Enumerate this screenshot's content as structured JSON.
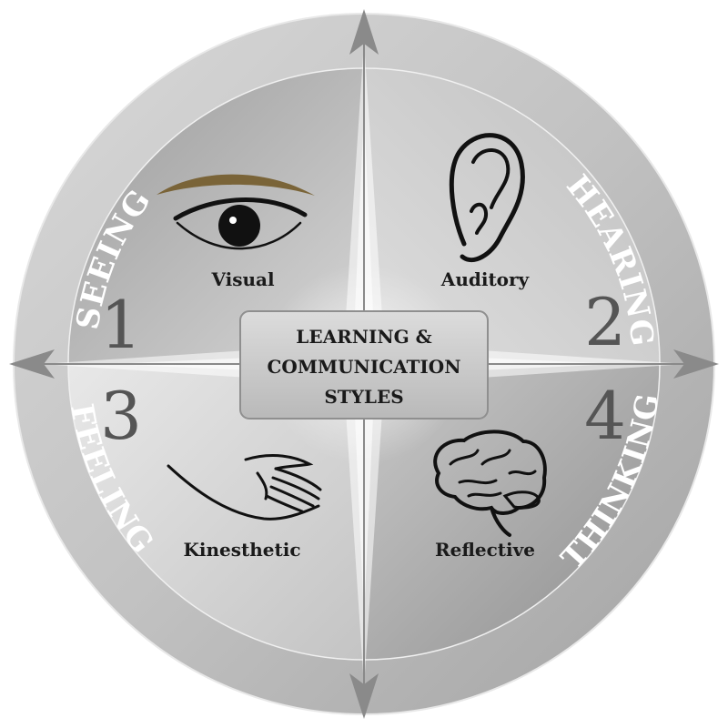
{
  "diagram": {
    "center_lines": [
      "LEARNING &",
      "COMMUNICATION",
      "STYLES"
    ],
    "arc_labels": {
      "seeing": "SEEING",
      "hearing": "HEARING",
      "thinking": "THINKING",
      "feeling": "FEELING"
    },
    "quadrants": [
      {
        "number": "1",
        "label": "Visual",
        "icon": "eye-icon"
      },
      {
        "number": "2",
        "label": "Auditory",
        "icon": "ear-icon"
      },
      {
        "number": "3",
        "label": "Kinesthetic",
        "icon": "hand-icon"
      },
      {
        "number": "4",
        "label": "Reflective",
        "icon": "brain-icon"
      }
    ],
    "colors": {
      "disc_light": "#e6e6e6",
      "disc_dark": "#a6a6a6",
      "eyebrow": "#7a6438",
      "number": "#555555"
    }
  }
}
